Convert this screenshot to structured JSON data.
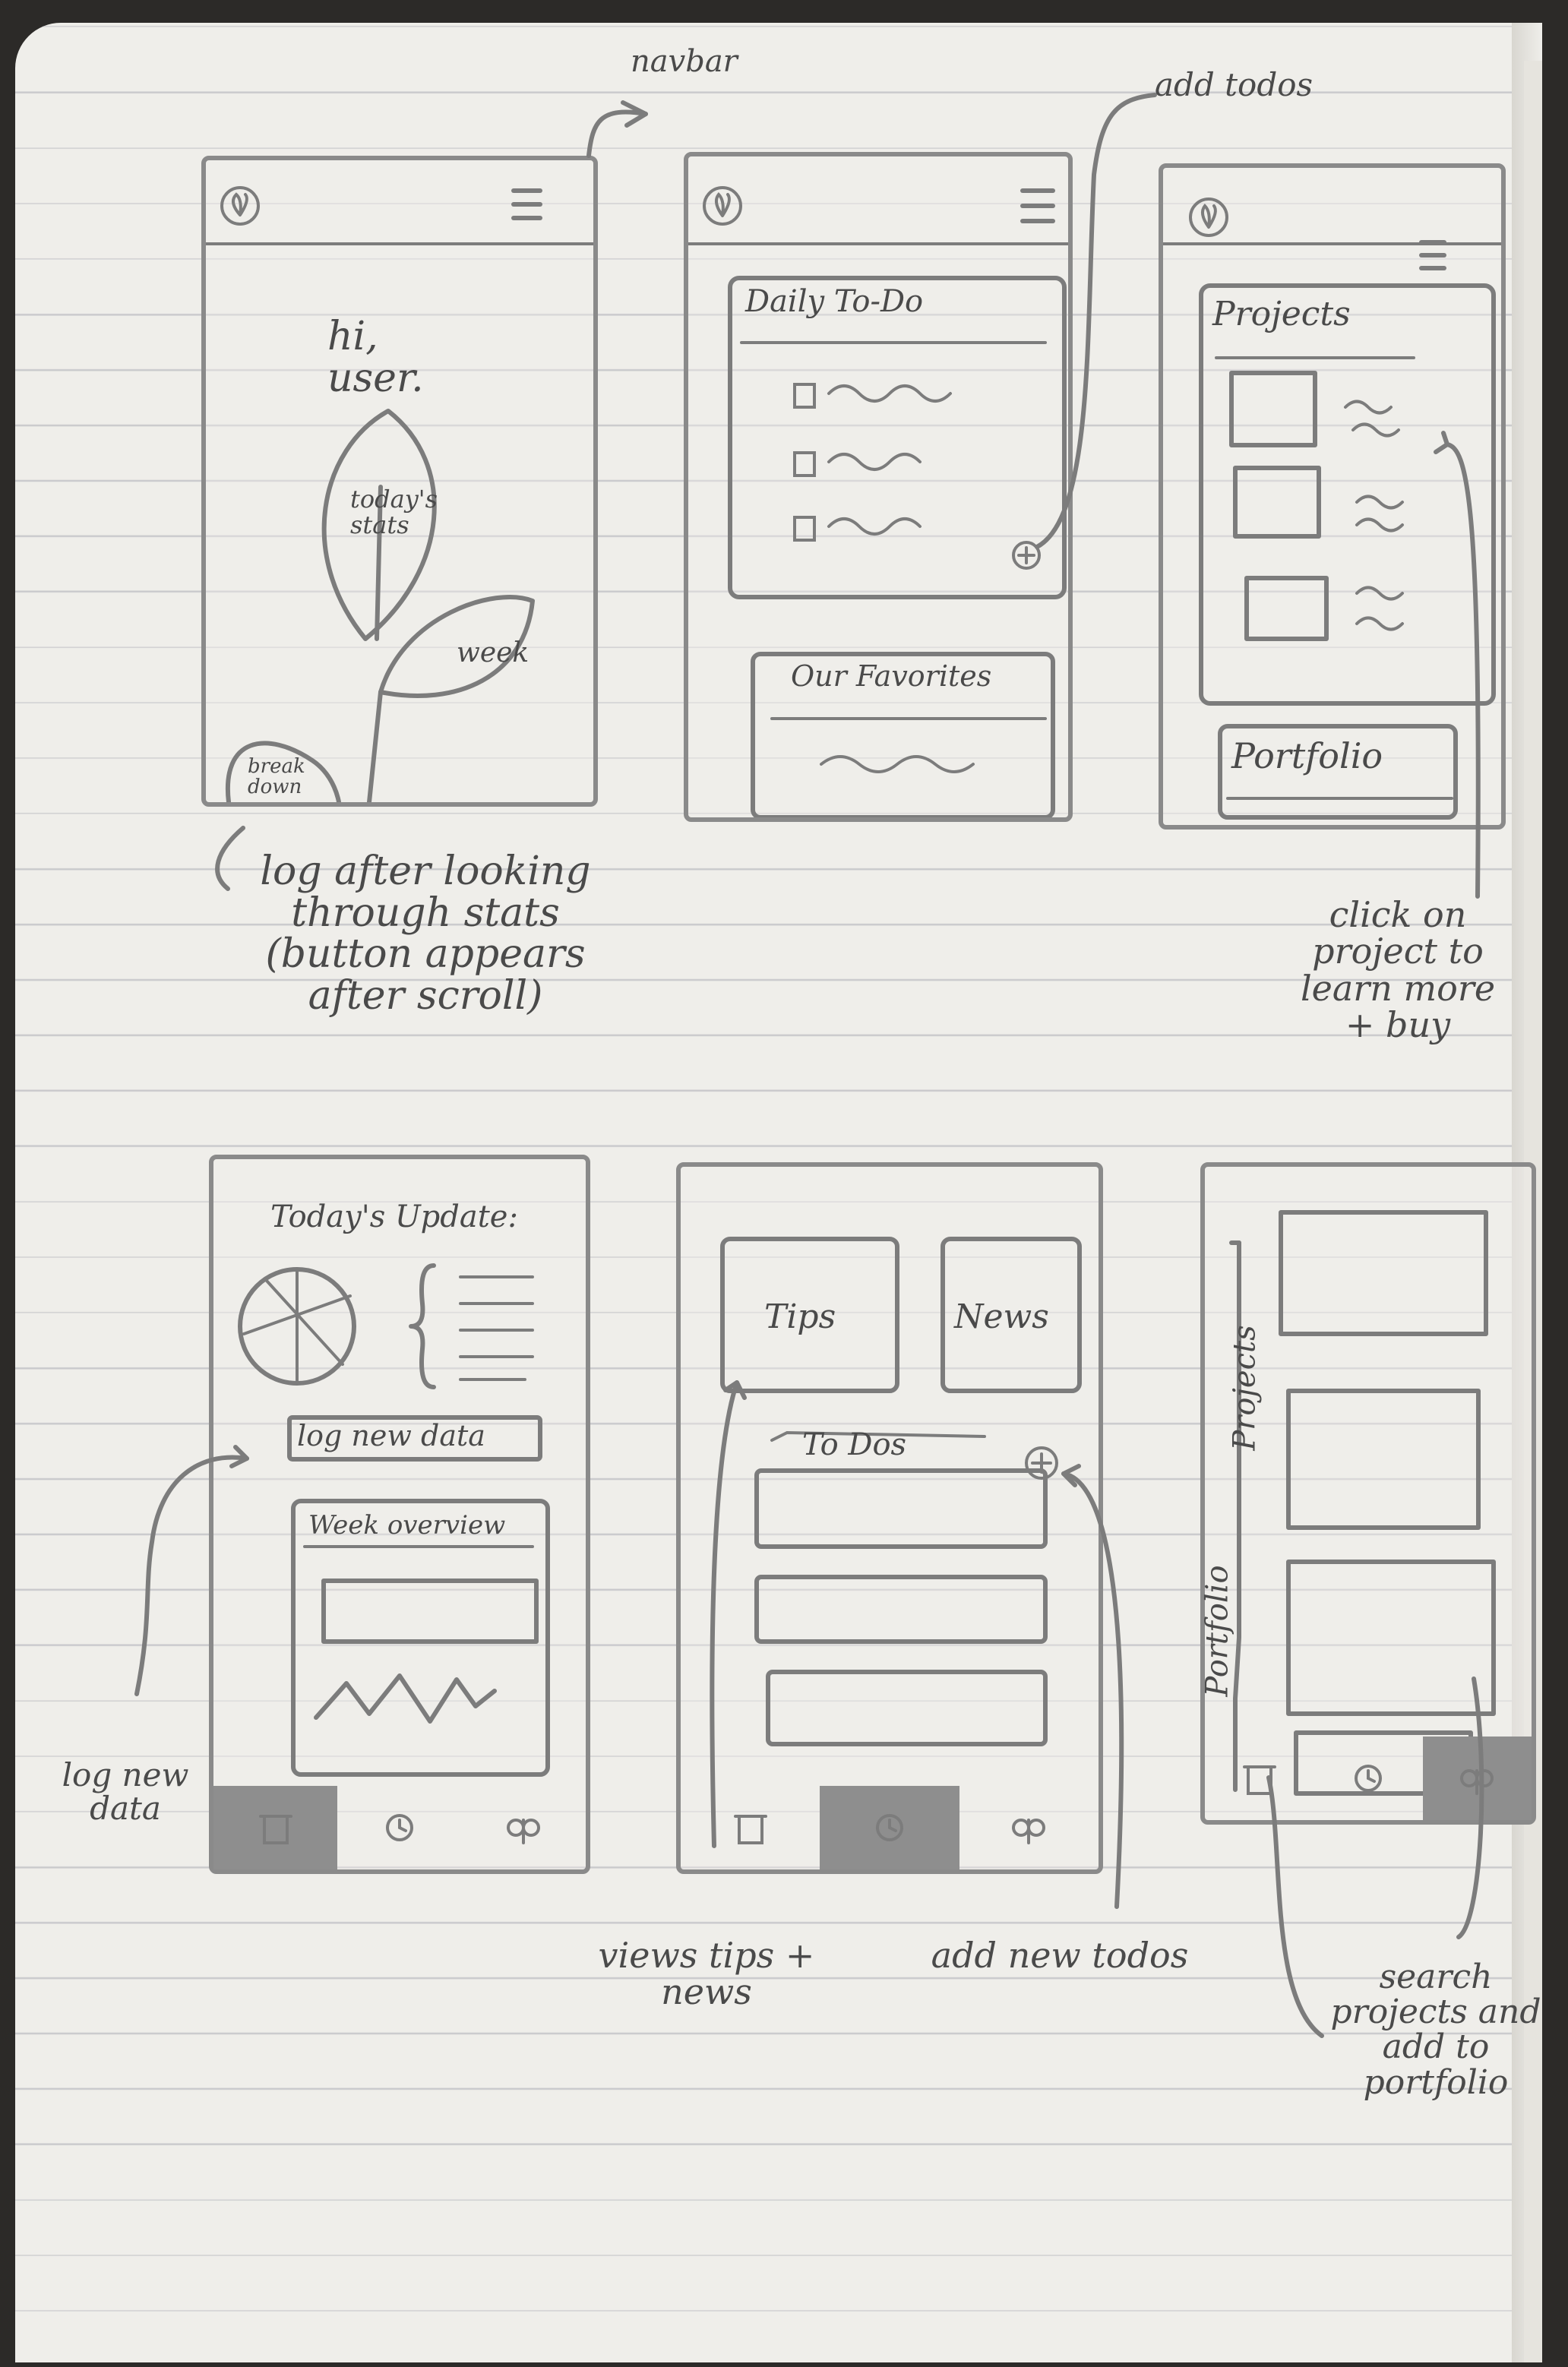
{
  "annotations": {
    "navbar": "navbar",
    "add_todos": "add todos",
    "log_after": "log after looking through stats (button appears after scroll)",
    "click_project": "click on project to learn more + buy",
    "log_new_data": "log new data",
    "views_tips": "views tips + news",
    "add_new_todos": "add new todos",
    "search_projects": "search projects and add to portfolio"
  },
  "screen1": {
    "greeting": "hi, user.",
    "leaf_today": "today's stats",
    "leaf_week": "week",
    "leaf_breakdown": "break down"
  },
  "screen2": {
    "card_title": "Daily To-Do",
    "favorites_title": "Our Favorites"
  },
  "screen3": {
    "projects_title": "Projects",
    "portfolio_title": "Portfolio"
  },
  "screen4": {
    "update_title": "Today's Update:",
    "log_button": "log new data",
    "week_title": "Week overview"
  },
  "screen5": {
    "tips_label": "Tips",
    "news_label": "News",
    "todos_title": "To Dos"
  },
  "screen6": {
    "tab_projects": "Projects",
    "tab_portfolio": "Portfolio"
  },
  "icons": [
    "leaf-logo-icon",
    "hamburger-menu-icon",
    "plus-icon",
    "home-icon",
    "clock-icon",
    "plant-icon",
    "pie-chart-icon"
  ]
}
